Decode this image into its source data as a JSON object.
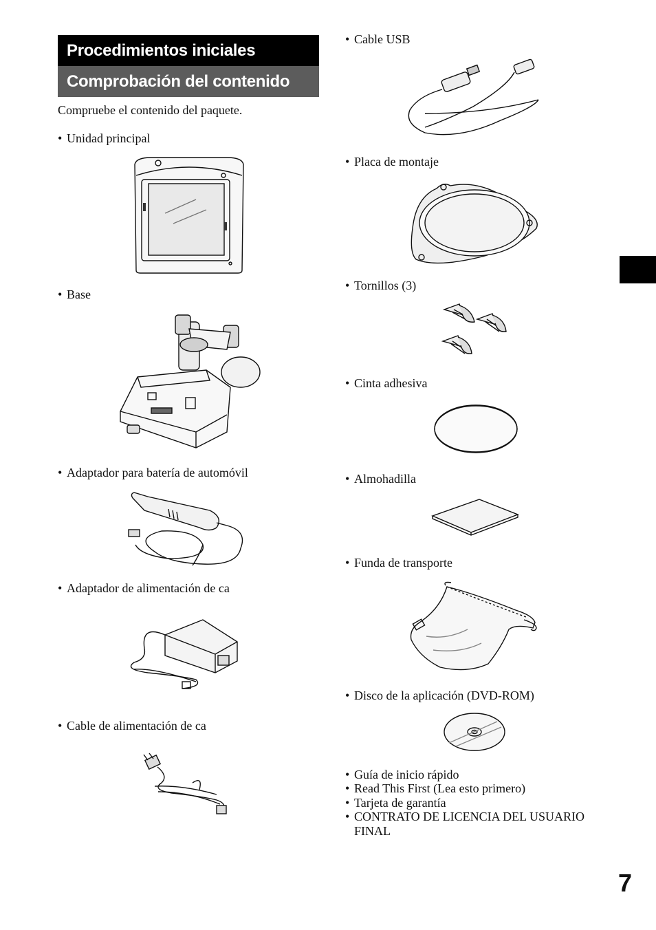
{
  "headings": {
    "section": "Procedimientos iniciales",
    "subsection": "Comprobación del contenido"
  },
  "intro": "Compruebe el contenido del paquete.",
  "bullet": "•",
  "left_items": [
    {
      "label": "Unidad principal",
      "icon": "main-unit-icon"
    },
    {
      "label": "Base",
      "icon": "cradle-icon"
    },
    {
      "label": "Adaptador para batería de automóvil",
      "icon": "car-battery-adapter-icon"
    },
    {
      "label": "Adaptador de alimentación de ca",
      "icon": "ac-power-adapter-icon"
    },
    {
      "label": "Cable de alimentación de ca",
      "icon": "ac-power-cord-icon"
    }
  ],
  "right_items": [
    {
      "label": "Cable USB",
      "icon": "usb-cable-icon"
    },
    {
      "label": "Placa de montaje",
      "icon": "mounting-plate-icon"
    },
    {
      "label": "Tornillos (3)",
      "icon": "screws-icon"
    },
    {
      "label": "Cinta adhesiva",
      "icon": "adhesive-tape-icon"
    },
    {
      "label": "Almohadilla",
      "icon": "pad-icon"
    },
    {
      "label": "Funda de transporte",
      "icon": "carrying-pouch-icon"
    },
    {
      "label": "Disco de la aplicación (DVD-ROM)",
      "icon": "dvd-rom-icon"
    }
  ],
  "documents": [
    "Guía de inicio rápido",
    "Read This First (Lea esto primero)",
    "Tarjeta de garantía",
    "CONTRATO DE LICENCIA DEL USUARIO FINAL"
  ],
  "page_number": "7"
}
